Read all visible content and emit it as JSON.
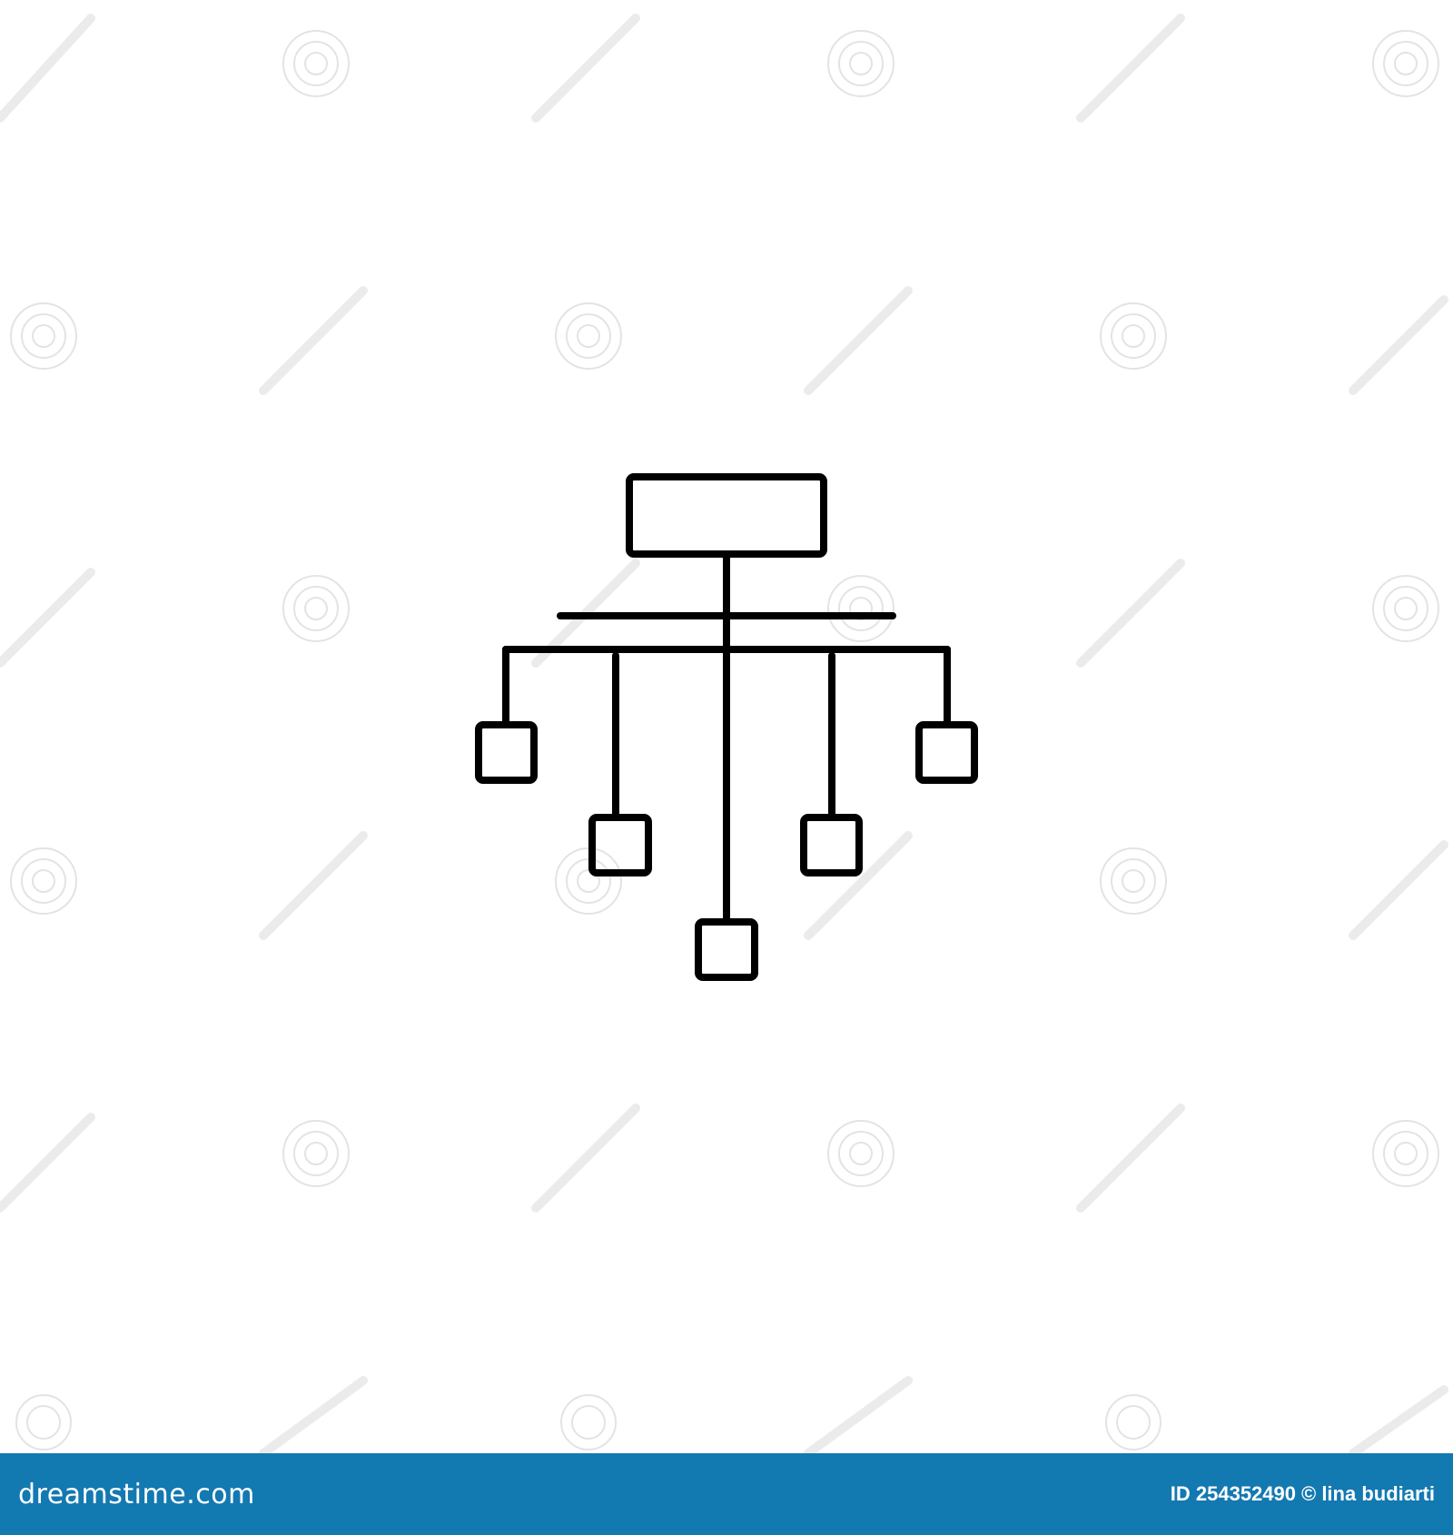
{
  "colors": {
    "background": "#ffffff",
    "icon_stroke": "#000000",
    "footer_bar": "#1379b1",
    "footer_text": "#ffffff",
    "watermark": "#d8d8d8"
  },
  "icon": {
    "name": "hierarchy-network-icon"
  },
  "footer": {
    "logo_text": "dreamstime.com",
    "id_text": "ID 254352490",
    "copyright_text": "© lina budiarti"
  }
}
